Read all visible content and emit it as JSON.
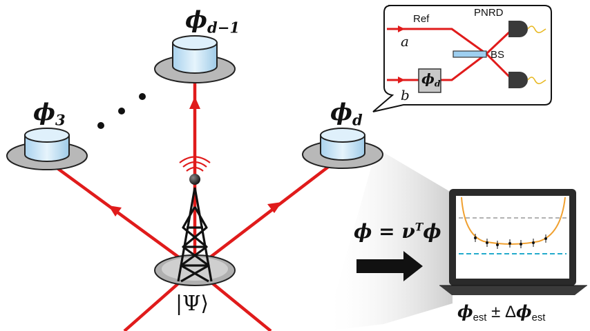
{
  "nodes": {
    "top": {
      "symbol": "ϕ",
      "subscript": "d−1"
    },
    "left": {
      "symbol": "ϕ",
      "subscript": "3"
    },
    "right": {
      "symbol": "ϕ",
      "subscript": "d"
    }
  },
  "center_state": "|Ψ⟩",
  "inset": {
    "ref": "Ref",
    "pnrd": "PNRD",
    "bs": "BS",
    "port_a": "a",
    "port_b": "b",
    "phase_symbol": "ϕ",
    "phase_subscript": "d"
  },
  "equation": {
    "lhs": "ϕ",
    "eq": " = ",
    "nu": "ν",
    "sup": "T",
    "bold_phi": "ϕ"
  },
  "estimate": {
    "phi": "ϕ",
    "est": "est",
    "pm": " ± Δ",
    "phi2": "ϕ",
    "est2": "est"
  },
  "colors": {
    "beam": "#e01b1b",
    "disk": "#cce6f6",
    "plate": "#b8b8b8",
    "screen_bg": "#ffffff",
    "orange": "#f0a030",
    "teal": "#22aacc"
  }
}
